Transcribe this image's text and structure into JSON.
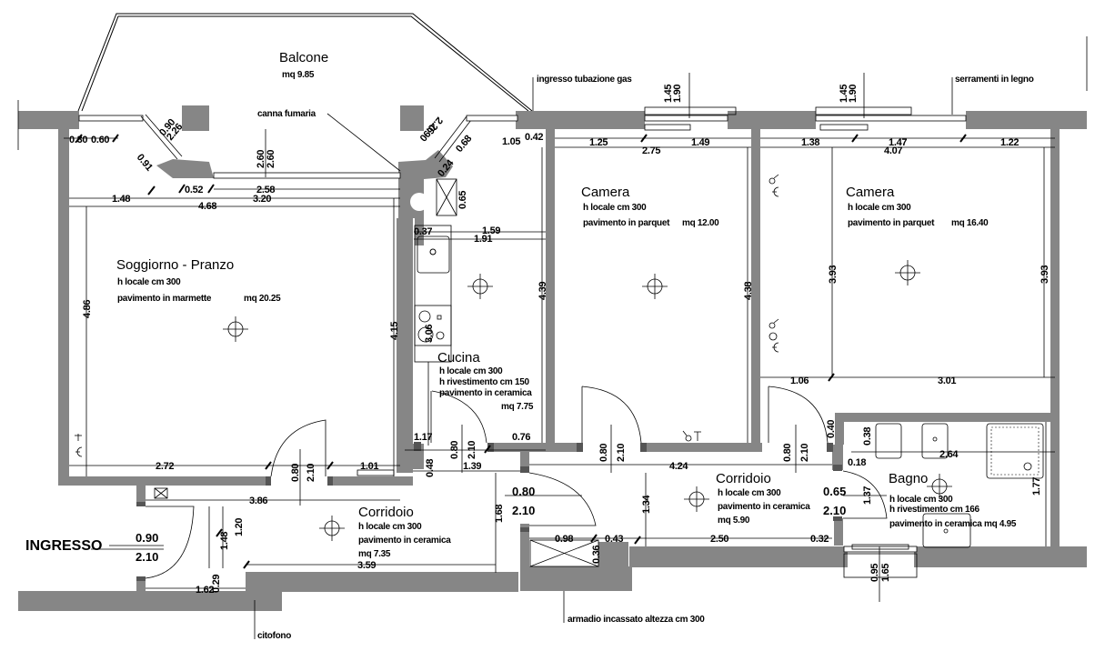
{
  "plan": {
    "rooms": {
      "balcone": {
        "name": "Balcone",
        "area": "mq 9.85"
      },
      "soggiorno": {
        "name": "Soggiorno - Pranzo",
        "height": "h locale cm 300",
        "floor": "pavimento in marmette",
        "area": "mq 20.25"
      },
      "cucina": {
        "name": "Cucina",
        "height": "h locale cm 300",
        "cladding": "h rivestimento cm 150",
        "floor": "pavimento in ceramica",
        "area": "mq 7.75"
      },
      "camera1": {
        "name": "Camera",
        "height": "h locale cm 300",
        "floor": "pavimento in parquet",
        "area": "mq 12.00"
      },
      "camera2": {
        "name": "Camera",
        "height": "h locale cm 300",
        "floor": "pavimento in parquet",
        "area": "mq 16.40"
      },
      "corridoio1": {
        "name": "Corridoio",
        "height": "h locale cm 300",
        "floor": "pavimento in ceramica",
        "area": "mq 7.35"
      },
      "corridoio2": {
        "name": "Corridoio",
        "height": "h locale cm 300",
        "floor": "pavimento in ceramica",
        "area": "mq 5.90"
      },
      "bagno": {
        "name": "Bagno",
        "height": "h locale cm 300",
        "cladding": "h rivestimento cm 166",
        "floor": "pavimento in ceramica mq 4.95"
      },
      "ingresso": {
        "name": "INGRESSO",
        "door_w": "0.90",
        "door_h": "2.10"
      }
    },
    "notes": {
      "canna": "canna fumaria",
      "gas": "ingresso tubazione gas",
      "serramenti": "serramenti in legno",
      "armadio": "armadio incassato altezza cm 300",
      "citofono": "citofono"
    },
    "doors": {
      "corr_entrance": {
        "w": "0.80",
        "h": "2.10"
      },
      "bagno": {
        "w": "0.65",
        "h": "2.10"
      }
    },
    "dims": {
      "d030": "0.30",
      "d060": "0.60",
      "d090a": "0.90",
      "d226a": "2.26",
      "d091": "0.91",
      "d052": "0.52",
      "d258": "2.58",
      "d148a": "1.48",
      "d320": "3.20",
      "d468": "4.68",
      "d260a": "2.60",
      "d260b": "2.60",
      "d226b": "2.26",
      "d090b": "0.90",
      "d068": "0.68",
      "d024": "0.24",
      "d065": "0.65",
      "d105": "1.05",
      "d042": "0.42",
      "d037": "0.37",
      "d159": "1.59",
      "d191": "1.91",
      "d306": "3.06",
      "d439": "4.39",
      "d486": "4.86",
      "d415": "4.15",
      "d125": "1.25",
      "d275": "2.75",
      "d149": "1.49",
      "d145a": "1.45",
      "d190a": "1.90",
      "d138": "1.38",
      "d147": "1.47",
      "d407": "4.07",
      "d122": "1.22",
      "d145b": "1.45",
      "d190b": "1.90",
      "d438a": "4.38",
      "d393a": "3.93",
      "d393b": "3.93",
      "d106": "1.06",
      "d301": "3.01",
      "d272": "2.72",
      "d080a": "0.80",
      "d210a": "2.10",
      "d101": "1.01",
      "d117": "1.17",
      "d080b": "0.80",
      "d210b": "2.10",
      "d076": "0.76",
      "d048": "0.48",
      "d139": "1.39",
      "d080c": "0.80",
      "d210c": "2.10",
      "d424": "4.24",
      "d080d": "0.80",
      "d210d": "2.10",
      "d040": "0.40",
      "d386": "3.86",
      "d148b": "1.48",
      "d120": "1.20",
      "d359": "3.59",
      "d162": "1.62",
      "d029": "0.29",
      "d168": "1.68",
      "d134": "1.34",
      "d098": "0.98",
      "d043": "0.43",
      "d036": "0.36",
      "d250": "2.50",
      "d032": "0.32",
      "d137": "1.37",
      "d018": "0.18",
      "d038": "0.38",
      "d264": "2.64",
      "d177": "1.77",
      "d095": "0.95",
      "d165": "1.65"
    }
  }
}
